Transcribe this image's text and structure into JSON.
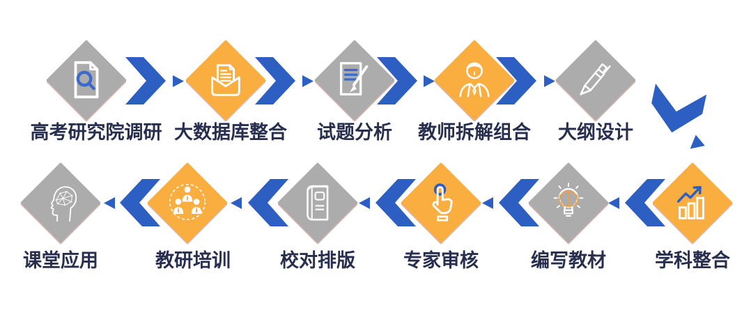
{
  "diagram": {
    "type": "process-flow",
    "background": "#FFFFFF",
    "colors": {
      "arrow_blue": "#2D5EC1",
      "diamond_orange": "#FAAE40",
      "diamond_gray": "#ACACAC",
      "label_text": "#272E4E",
      "icon_line_white": "#FFFFFF",
      "icon_accent_blue": "#3B6AC9",
      "icon_accent_orange": "#F0A046"
    },
    "rows": [
      {
        "direction": "left-to-right",
        "steps": [
          {
            "label": "高考研究院调研",
            "shape": "diamond",
            "fill": "gray",
            "icon": "document-search-icon"
          },
          {
            "label": "大数据库整合",
            "shape": "diamond",
            "fill": "orange",
            "icon": "envelope-letter-icon"
          },
          {
            "label": "试题分析",
            "shape": "diamond",
            "fill": "gray",
            "icon": "document-pen-icon"
          },
          {
            "label": "教师拆解组合",
            "shape": "diamond",
            "fill": "orange",
            "icon": "teacher-icon"
          },
          {
            "label": "大纲设计",
            "shape": "diamond",
            "fill": "gray",
            "icon": "pen-icon"
          }
        ]
      },
      {
        "direction": "right-to-left",
        "steps": [
          {
            "label": "学科整合",
            "shape": "diamond",
            "fill": "orange",
            "icon": "bar-chart-growth-icon"
          },
          {
            "label": "编写教材",
            "shape": "diamond",
            "fill": "gray",
            "icon": "lightbulb-brain-icon"
          },
          {
            "label": "专家审核",
            "shape": "diamond",
            "fill": "orange",
            "icon": "click-hand-icon"
          },
          {
            "label": "校对排版",
            "shape": "diamond",
            "fill": "gray",
            "icon": "book-icon"
          },
          {
            "label": "教研培训",
            "shape": "diamond",
            "fill": "orange",
            "icon": "team-hierarchy-icon"
          },
          {
            "label": "课堂应用",
            "shape": "diamond",
            "fill": "gray",
            "icon": "head-brain-icon"
          }
        ]
      }
    ],
    "connector_between_rows": "large-down-chevron"
  }
}
